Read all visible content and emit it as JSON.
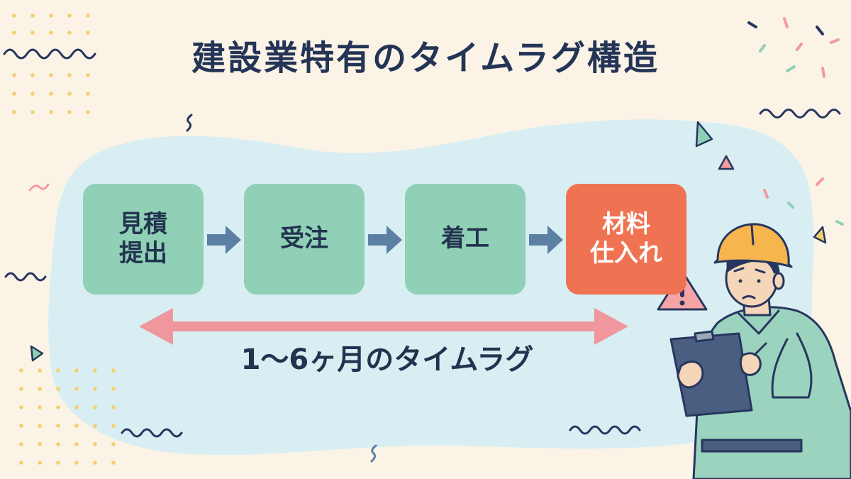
{
  "title": "建設業特有のタイムラグ構造",
  "steps": [
    {
      "label": "見積\n提出",
      "status": "normal"
    },
    {
      "label": "受注",
      "status": "normal"
    },
    {
      "label": "着工",
      "status": "normal"
    },
    {
      "label": "材料\n仕入れ",
      "status": "alert"
    }
  ],
  "timeline_label": "1〜6ヶ月のタイムラグ",
  "colors": {
    "background": "#fbf4e6",
    "blob": "#d8eef3",
    "step_box": "#8fd0b6",
    "alert_box": "#ef7352",
    "arrow": "#5c7fa4",
    "timeline_arrow": "#f0979d",
    "text_dark": "#22334f",
    "warning_fill": "#f4a4a4"
  },
  "icons": {
    "warning": "warning-triangle-icon",
    "worker": "construction-worker-icon",
    "clipboard": "clipboard-icon",
    "helmet": "hard-hat-icon"
  }
}
